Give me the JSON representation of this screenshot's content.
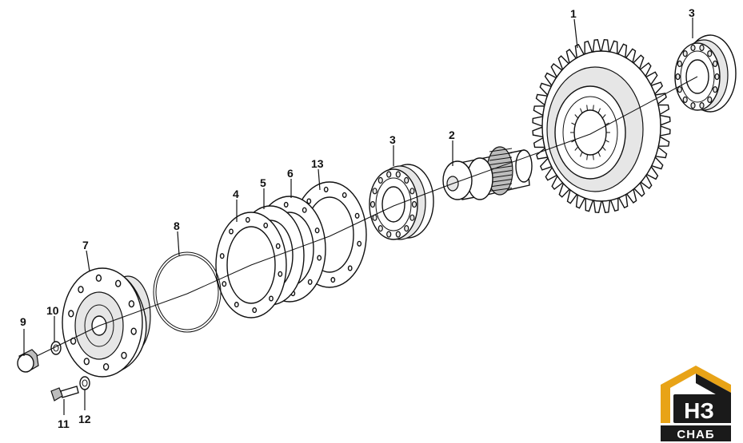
{
  "callouts": {
    "c1": "1",
    "c2": "2",
    "c3a": "3",
    "c3b": "3",
    "c4": "4",
    "c5": "5",
    "c6": "6",
    "c7": "7",
    "c8": "8",
    "c9": "9",
    "c10": "10",
    "c11": "11",
    "c12": "12",
    "c13": "13"
  },
  "logo": {
    "mark": "НЗ",
    "word": "СНАБ",
    "colors": {
      "gold": "#e8a317",
      "dark": "#1a1a1a"
    }
  }
}
